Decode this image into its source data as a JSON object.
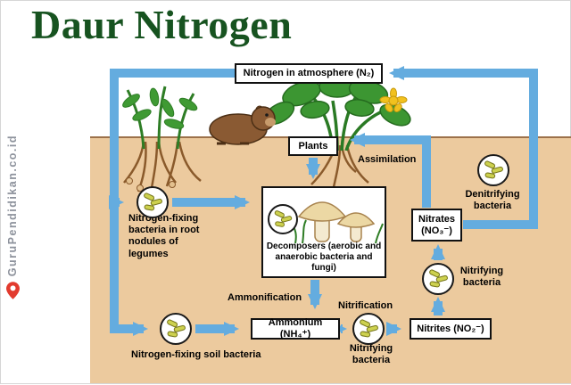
{
  "title": "Daur Nitrogen",
  "watermark": "GuruPendidikan.co.id",
  "colors": {
    "title_green": "#175320",
    "arrow_blue": "#64ACDF",
    "ground_tan": "#ECCA9E",
    "watermark_gray": "#8D929C",
    "pin_red": "#E23B2E",
    "bacteria_yellow": "#CDD14F"
  },
  "boxes": {
    "atmosphere": "Nitrogen in atmosphere (N₂)",
    "plants": "Plants",
    "decomposers": "Decomposers (aerobic and anaerobic bacteria and fungi)",
    "nitrates": "Nitrates (NO₃⁻)",
    "ammonium": "Ammonium (NH₄⁺)",
    "nitrites": "Nitrites (NO₂⁻)"
  },
  "labels": {
    "assimilation": "Assimilation",
    "ammonification": "Ammonification",
    "nitrification": "Nitrification",
    "nitrifying_bacteria_right": "Nitrifying bacteria",
    "nitrifying_bacteria_bottom": "Nitrifying bacteria",
    "denitrifying_bacteria": "Denitrifying bacteria",
    "root_nodules": "Nitrogen-fixing bacteria in root nodules of legumes",
    "soil_bacteria": "Nitrogen-fixing soil bacteria"
  }
}
